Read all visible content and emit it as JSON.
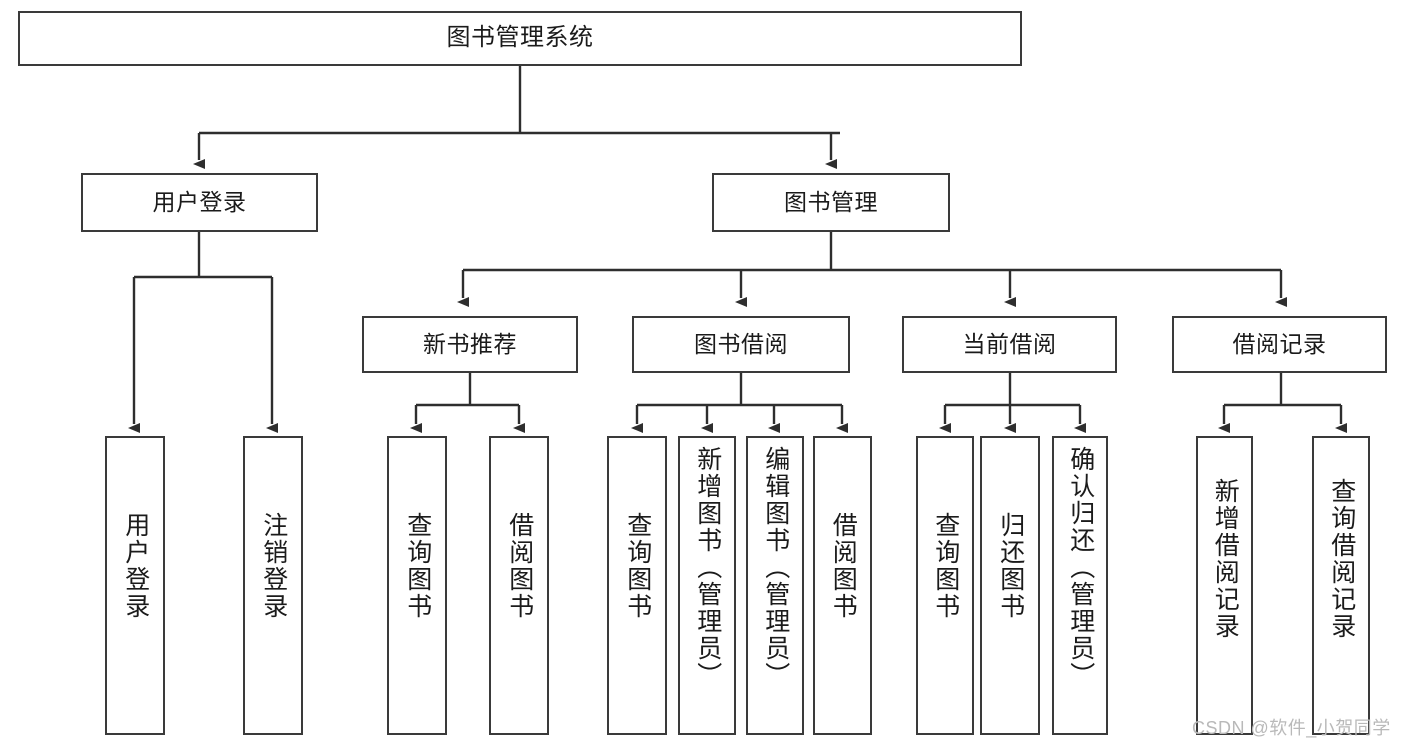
{
  "diagram": {
    "title_node": {
      "id": "root",
      "label": "图书管理系统"
    },
    "level2": [
      {
        "id": "user-login",
        "label": "用户登录"
      },
      {
        "id": "book-management",
        "label": "图书管理"
      }
    ],
    "level3": [
      {
        "id": "new-book-recommend",
        "label": "新书推荐"
      },
      {
        "id": "book-borrow",
        "label": "图书借阅"
      },
      {
        "id": "current-borrow",
        "label": "当前借阅"
      },
      {
        "id": "borrow-record",
        "label": "借阅记录"
      }
    ],
    "leaves": [
      {
        "id": "leaf-user-login",
        "label": "用户登录"
      },
      {
        "id": "leaf-logout-login",
        "label": "注销登录"
      },
      {
        "id": "leaf-query-book-1",
        "label": "查询图书"
      },
      {
        "id": "leaf-borrow-book-1",
        "label": "借阅图书"
      },
      {
        "id": "leaf-query-book-2",
        "label": "查询图书"
      },
      {
        "id": "leaf-add-book-admin",
        "label": "新增图书（管理员）"
      },
      {
        "id": "leaf-edit-book-admin",
        "label": "编辑图书（管理员）"
      },
      {
        "id": "leaf-borrow-book-2",
        "label": "借阅图书"
      },
      {
        "id": "leaf-query-book-3",
        "label": "查询图书"
      },
      {
        "id": "leaf-return-book",
        "label": "归还图书"
      },
      {
        "id": "leaf-confirm-return-admin",
        "label": "确认归还（管理员）"
      },
      {
        "id": "leaf-add-borrow-record",
        "label": "新增借阅记录"
      },
      {
        "id": "leaf-query-borrow-record",
        "label": "查询借阅记录"
      }
    ]
  },
  "watermark": {
    "text": "CSDN @软件_小贺同学"
  },
  "colors": {
    "border": "#3a3a3a",
    "text": "#1b1b1b",
    "background": "#ffffff",
    "watermark": "#b9b9b9"
  }
}
